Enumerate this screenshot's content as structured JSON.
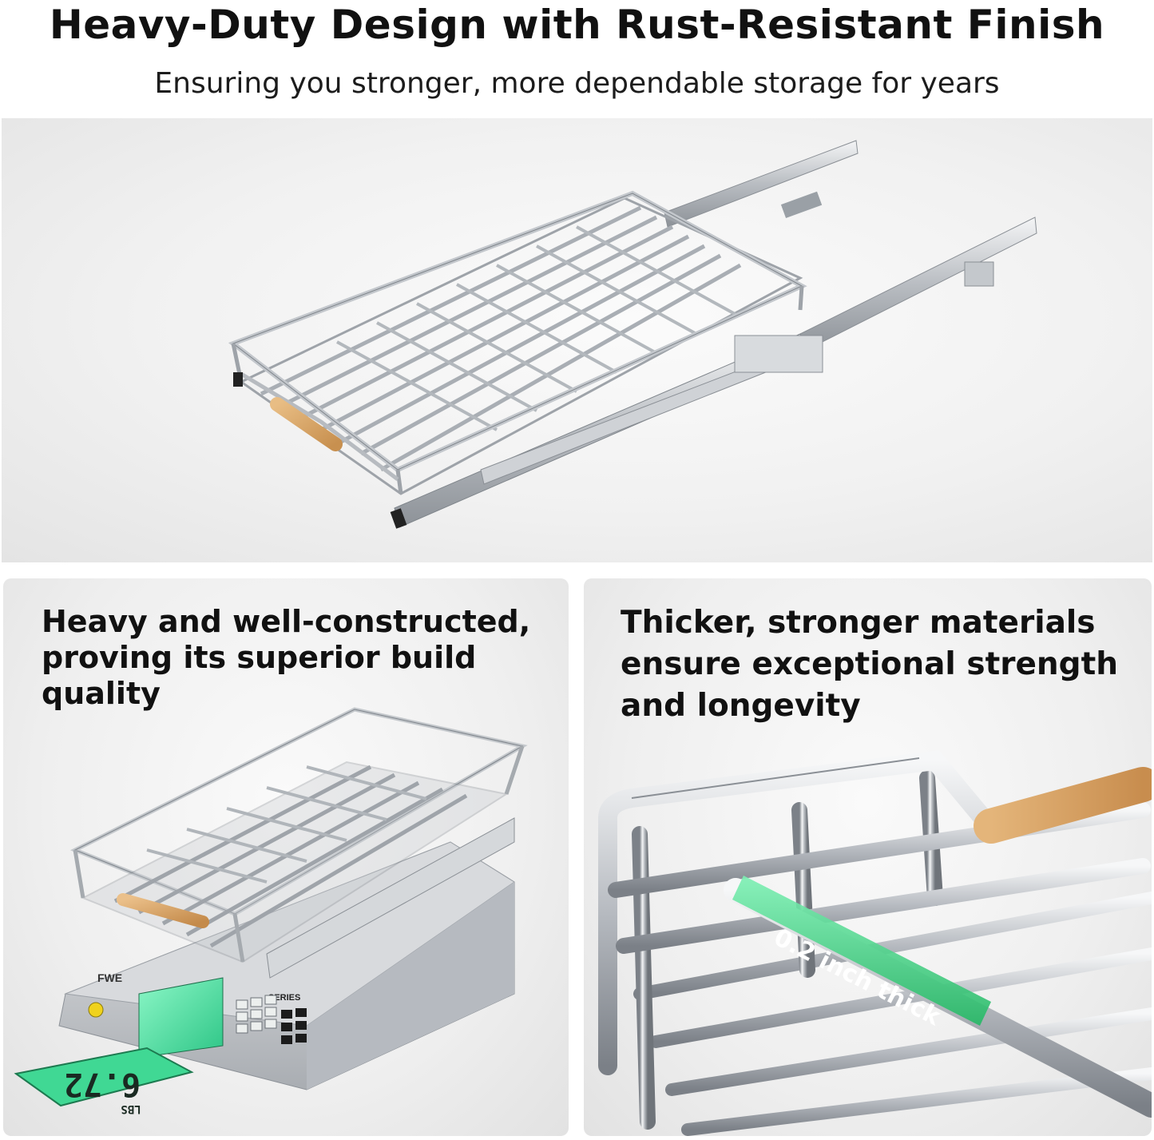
{
  "header": {
    "title": "Heavy-Duty Design with Rust-Resistant Finish",
    "subtitle": "Ensuring you stronger, more dependable storage for years"
  },
  "panels": {
    "left": {
      "caption": "Heavy and well-constructed, proving its superior build quality",
      "scale": {
        "brand": "FWE",
        "series_label": "SERIES",
        "reading": "6.72",
        "unit": "LBS"
      }
    },
    "right": {
      "caption": "Thicker, stronger materials ensure exceptional strength and longevity",
      "thickness_label": "0.2 inch thick"
    }
  },
  "colors": {
    "chrome": "#c9ccd0",
    "wood_handle": "#d9a86c",
    "lcd_green": "#3fd39a",
    "highlight_green": "#2fd07a"
  }
}
